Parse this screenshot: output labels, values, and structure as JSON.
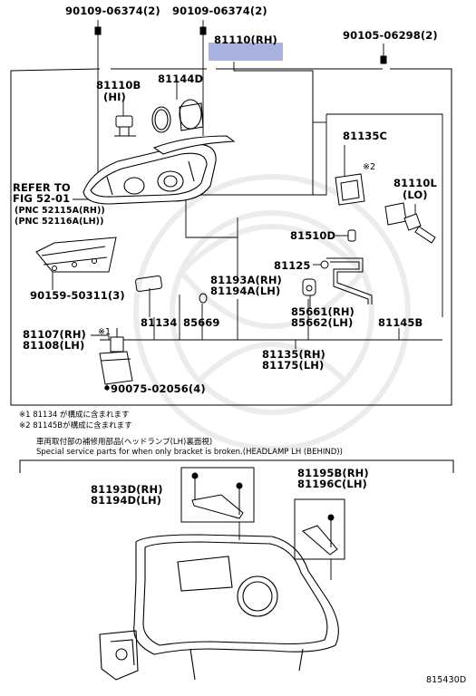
{
  "labels": {
    "p90109_a": "90109-06374(2)",
    "p90109_b": "90109-06374(2)",
    "p81110": "81110(RH)",
    "p90105": "90105-06298(2)",
    "p81110B": "81110B",
    "p81110B_sub": "(HI)",
    "p81144D": "81144D",
    "p81135C": "81135C",
    "p81135C_note": "※2",
    "p81110L": "81110L",
    "p81110L_sub": "(LO)",
    "refer_1": "REFER TO",
    "refer_2": "FIG 52-01",
    "refer_3": "(PNC 52115A(RH))",
    "refer_4": "(PNC 52116A(LH))",
    "p81510D": "81510D",
    "p81125": "81125",
    "p90159": "90159-50311(3)",
    "p81193A": "81193A(RH)",
    "p81194A": "81194A(LH)",
    "p85661": "85661(RH)",
    "p85662": "85662(LH)",
    "p81107": "81107(RH)",
    "p81108": "81108(LH)",
    "p81107_note": "※1",
    "p81134": "81134",
    "p85669": "85669",
    "p81145B": "81145B",
    "p81135": "81135(RH)",
    "p81175": "81175(LH)",
    "p90075": "90075-02056(4)",
    "footnote_1": "※1  81134 が構成に含まれます",
    "footnote_2": "※2  81145Bが構成に含まれます",
    "service_jp": "車両取付部の補修用部品(ヘッドランプ(LH)裏面視)",
    "service_en": "Special service parts for when only bracket is broken.(HEADLAMP LH (BEHIND))",
    "p81193D": "81193D(RH)",
    "p81194D": "81194D(LH)",
    "p81195B": "81195B(RH)",
    "p81196C": "81196C(LH)",
    "diagram_id": "815430D"
  },
  "colors": {
    "highlight": "#a9b2df",
    "line": "#000000",
    "watermark": "#e9e9e9"
  }
}
